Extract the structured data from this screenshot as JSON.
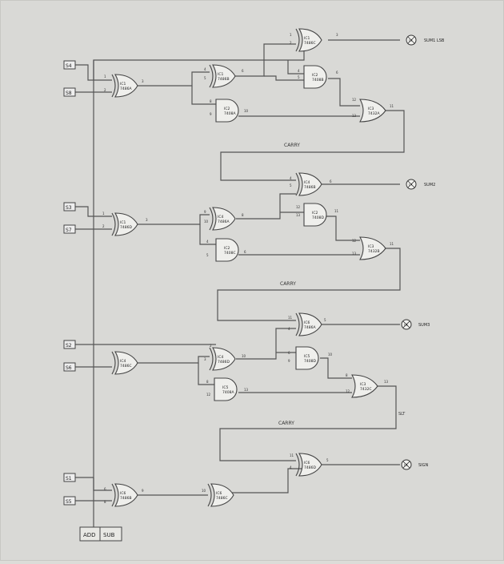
{
  "switches": [
    "S4",
    "S8",
    "S3",
    "S7",
    "S2",
    "S6",
    "S1",
    "S5"
  ],
  "gates": [
    {
      "id": "g1",
      "label": "IC1\n7486A",
      "type": "xor"
    },
    {
      "id": "g2",
      "label": "IC1\n7486B",
      "type": "xor"
    },
    {
      "id": "g3",
      "label": "IC2\n7408A",
      "type": "and"
    },
    {
      "id": "g4",
      "label": "IC1\n7486C",
      "type": "xor"
    },
    {
      "id": "g5",
      "label": "IC2\n7408B",
      "type": "and"
    },
    {
      "id": "g6",
      "label": "IC3\n7432A",
      "type": "or"
    },
    {
      "id": "g7",
      "label": "IC4\n7486B",
      "type": "xor"
    },
    {
      "id": "g8",
      "label": "IC2\n7408D",
      "type": "and"
    },
    {
      "id": "g9",
      "label": "IC1\n7486D",
      "type": "xor"
    },
    {
      "id": "g10",
      "label": "IC4\n7486A",
      "type": "xor"
    },
    {
      "id": "g11",
      "label": "IC2\n7408C",
      "type": "and"
    },
    {
      "id": "g12",
      "label": "IC3\n7432B",
      "type": "or"
    },
    {
      "id": "g13",
      "label": "IC6\n7486A",
      "type": "xor"
    },
    {
      "id": "g14",
      "label": "IC5\n7408D",
      "type": "and"
    },
    {
      "id": "g15",
      "label": "IC4\n7486C",
      "type": "xor"
    },
    {
      "id": "g16",
      "label": "IC4\n7486D",
      "type": "xor"
    },
    {
      "id": "g17",
      "label": "IC5\n7408A",
      "type": "and"
    },
    {
      "id": "g18",
      "label": "IC3\n7432C",
      "type": "or"
    },
    {
      "id": "g19",
      "label": "IC6\n7486D",
      "type": "xor"
    },
    {
      "id": "g20",
      "label": "IC6\n7486B",
      "type": "xor"
    },
    {
      "id": "g21",
      "label": "IC6\n7486C",
      "type": "xor"
    }
  ],
  "leds": [
    {
      "id": "L8",
      "label": "SUM1 LSB"
    },
    {
      "id": "L7",
      "label": "SUM2"
    },
    {
      "id": "L6",
      "label": "SUM3"
    },
    {
      "id": "L5",
      "label": "SIGN"
    }
  ],
  "carry_labels": [
    "CARRY",
    "CARRY",
    "CARRY"
  ],
  "side_label": "SLT",
  "pins": [
    "1",
    "2",
    "3",
    "4",
    "5",
    "6",
    "8",
    "9",
    "10",
    "1",
    "2",
    "3",
    "4",
    "5",
    "6",
    "12",
    "13",
    "11",
    "4",
    "5",
    "6",
    "12",
    "13",
    "11",
    "1",
    "2",
    "3",
    "9",
    "10",
    "8",
    "4",
    "5",
    "6",
    "12",
    "13",
    "11",
    "2",
    "3",
    "10",
    "8",
    "12",
    "13",
    "11",
    "4",
    "5",
    "6",
    "9",
    "10",
    "8",
    "12",
    "13",
    "11",
    "4",
    "5",
    "6",
    "8",
    "9",
    "10"
  ],
  "mode_switch": {
    "left": "ADD",
    "right": "SUB"
  }
}
